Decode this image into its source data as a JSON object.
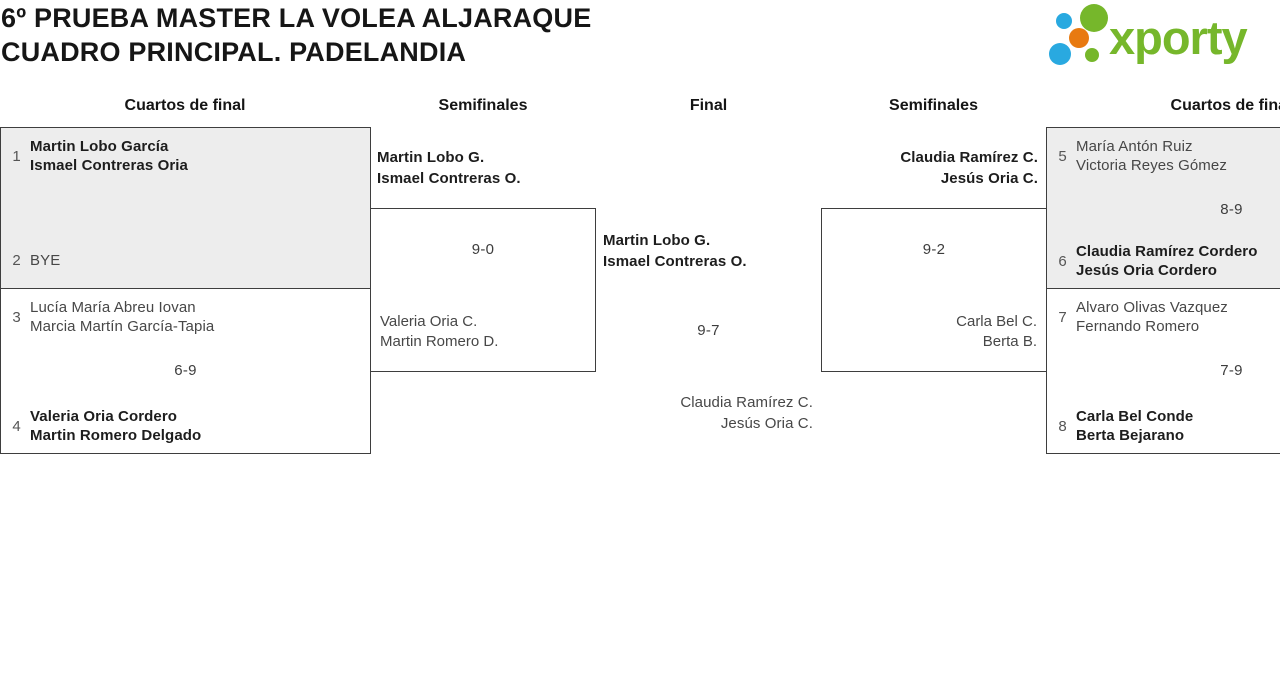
{
  "header": {
    "title_line1": "6º PRUEBA MASTER LA VOLEA ALJARAQUE",
    "title_line2": "CUADRO PRINCIPAL. PADELANDIA",
    "logo_text": "xporty"
  },
  "columns": {
    "left_quarterfinals": "Cuartos de final",
    "left_semifinals": "Semifinales",
    "final": "Final",
    "right_semifinals": "Semifinales",
    "right_quarterfinals": "Cuartos de final"
  },
  "colors": {
    "logo_green": "#76b72b",
    "logo_blue": "#29a9e0",
    "logo_orange": "#e87a10",
    "box_gray_fill": "#ededed",
    "box_border": "#3e3e3e",
    "winner_text": "#1d1d1d",
    "regular_text": "#474747"
  },
  "bracket": {
    "qf1": {
      "seed_a": "1",
      "team_a": [
        "Martin Lobo García",
        "Ismael Contreras Oria"
      ],
      "seed_b": "2",
      "team_b": [
        "BYE"
      ],
      "score": ""
    },
    "qf2": {
      "seed_a": "3",
      "team_a": [
        "Lucía María Abreu Iovan",
        "Marcia Martín García-Tapia"
      ],
      "seed_b": "4",
      "team_b": [
        "Valeria Oria Cordero",
        "Martin Romero Delgado"
      ],
      "score": "6-9"
    },
    "qf3": {
      "seed_a": "5",
      "team_a": [
        "María Antón Ruiz",
        "Victoria Reyes Gómez"
      ],
      "seed_b": "6",
      "team_b": [
        "Claudia Ramírez Cordero",
        "Jesús Oria Cordero"
      ],
      "score": "8-9"
    },
    "qf4": {
      "seed_a": "7",
      "team_a": [
        "Alvaro Olivas Vazquez",
        "Fernando Romero"
      ],
      "seed_b": "8",
      "team_b": [
        "Carla Bel Conde",
        "Berta Bejarano"
      ],
      "score": "7-9"
    },
    "sf1": {
      "winner": [
        "Martin Lobo G.",
        "Ismael Contreras O."
      ],
      "loser": [
        "Valeria Oria C.",
        "Martin Romero D."
      ],
      "score": "9-0"
    },
    "sf2": {
      "winner": [
        "Claudia Ramírez C.",
        "Jesús Oria C."
      ],
      "loser": [
        "Carla Bel C.",
        "Berta B."
      ],
      "score": "9-2"
    },
    "final": {
      "winner": [
        "Martin Lobo G.",
        "Ismael Contreras O."
      ],
      "loser": [
        "Claudia Ramírez C.",
        "Jesús Oria C."
      ],
      "score": "9-7"
    }
  }
}
